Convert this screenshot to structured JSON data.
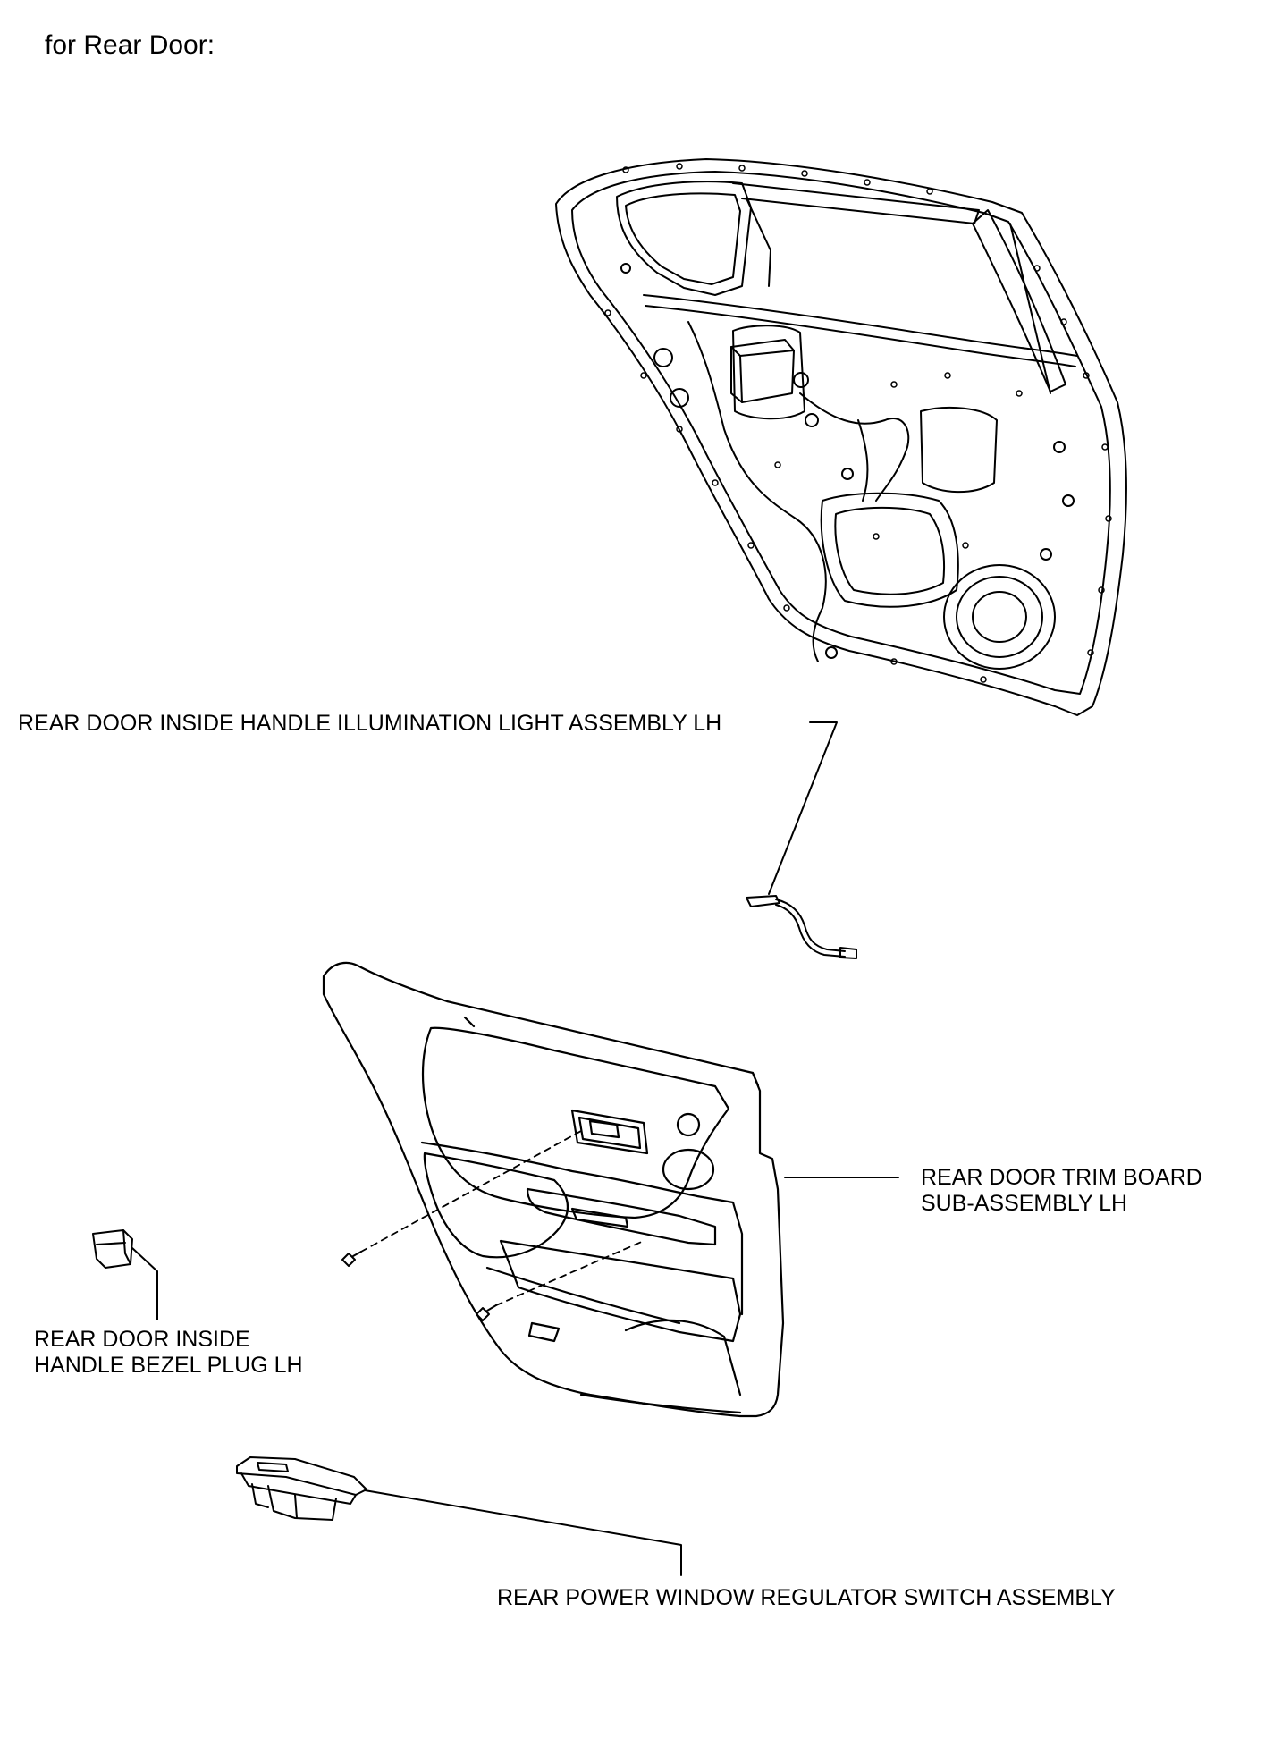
{
  "heading": "for Rear Door:",
  "labels": {
    "illumination_light": "REAR DOOR INSIDE HANDLE ILLUMINATION LIGHT ASSEMBLY LH",
    "trim_board_line1": "REAR DOOR TRIM BOARD",
    "trim_board_line2": "SUB-ASSEMBLY LH",
    "bezel_plug_line1": "REAR DOOR INSIDE",
    "bezel_plug_line2": "HANDLE BEZEL PLUG LH",
    "switch_assembly": "REAR POWER WINDOW REGULATOR SWITCH ASSEMBLY"
  },
  "colors": {
    "line": "#000000",
    "background": "#ffffff"
  }
}
